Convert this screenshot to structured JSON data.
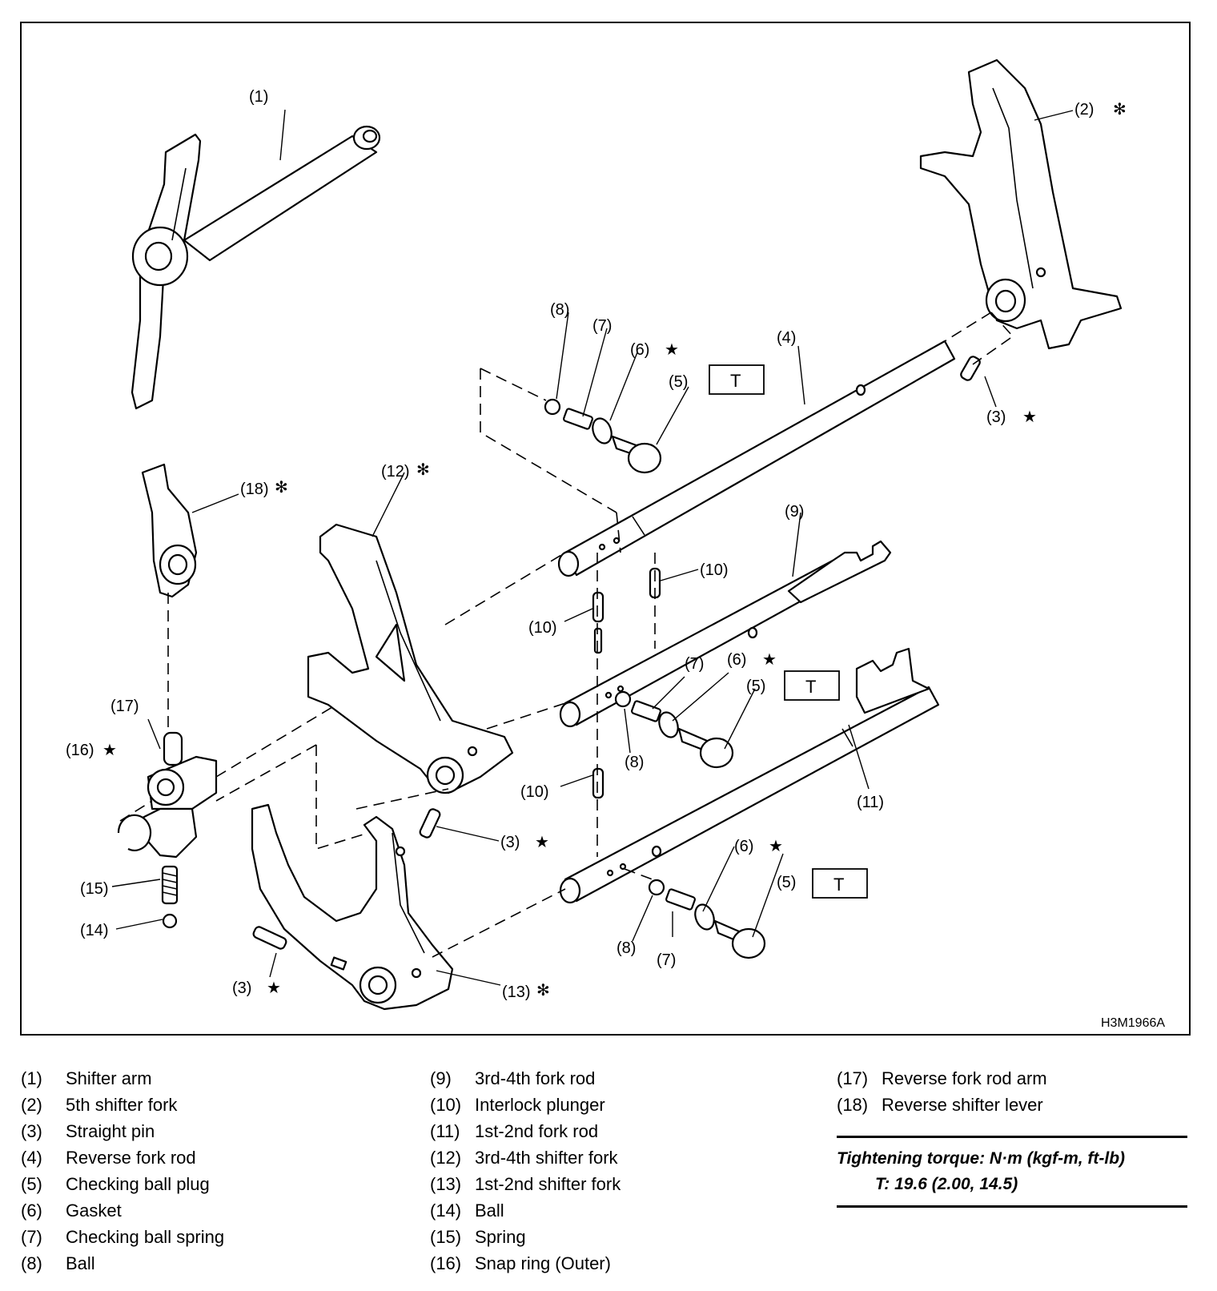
{
  "figure_code": "H3M1966A",
  "callouts": {
    "c1": "(1)",
    "c2": "(2)",
    "c3a": "(3)",
    "c3b": "(3)",
    "c3c": "(3)",
    "c4": "(4)",
    "c5a": "(5)",
    "c5b": "(5)",
    "c5c": "(5)",
    "c6a": "(6)",
    "c6b": "(6)",
    "c6c": "(6)",
    "c7a": "(7)",
    "c7b": "(7)",
    "c7c": "(7)",
    "c8a": "(8)",
    "c8b": "(8)",
    "c8c": "(8)",
    "c9": "(9)",
    "c10a": "(10)",
    "c10b": "(10)",
    "c10c": "(10)",
    "c11": "(11)",
    "c12": "(12)",
    "c13": "(13)",
    "c14": "(14)",
    "c15": "(15)",
    "c16": "(16)",
    "c17": "(17)",
    "c18": "(18)"
  },
  "symbols": {
    "star": "★",
    "asterisk": "✻",
    "torque_box": "T"
  },
  "legend": [
    [
      {
        "num": "(1)",
        "text": "Shifter arm"
      },
      {
        "num": "(2)",
        "text": "5th shifter fork"
      },
      {
        "num": "(3)",
        "text": "Straight pin"
      },
      {
        "num": "(4)",
        "text": "Reverse fork rod"
      },
      {
        "num": "(5)",
        "text": "Checking ball plug"
      },
      {
        "num": "(6)",
        "text": "Gasket"
      },
      {
        "num": "(7)",
        "text": "Checking ball spring"
      },
      {
        "num": "(8)",
        "text": "Ball"
      }
    ],
    [
      {
        "num": "(9)",
        "text": "3rd-4th fork rod"
      },
      {
        "num": "(10)",
        "text": "Interlock plunger"
      },
      {
        "num": "(11)",
        "text": "1st-2nd fork rod"
      },
      {
        "num": "(12)",
        "text": "3rd-4th shifter fork"
      },
      {
        "num": "(13)",
        "text": "1st-2nd shifter fork"
      },
      {
        "num": "(14)",
        "text": "Ball"
      },
      {
        "num": "(15)",
        "text": "Spring"
      },
      {
        "num": "(16)",
        "text": "Snap ring (Outer)"
      }
    ],
    [
      {
        "num": "(17)",
        "text": "Reverse fork rod arm"
      },
      {
        "num": "(18)",
        "text": "Reverse shifter lever"
      }
    ]
  ],
  "torque": {
    "title": "Tightening torque: N·m (kgf-m, ft-lb)",
    "value": "T: 19.6 (2.00, 14.5)"
  }
}
